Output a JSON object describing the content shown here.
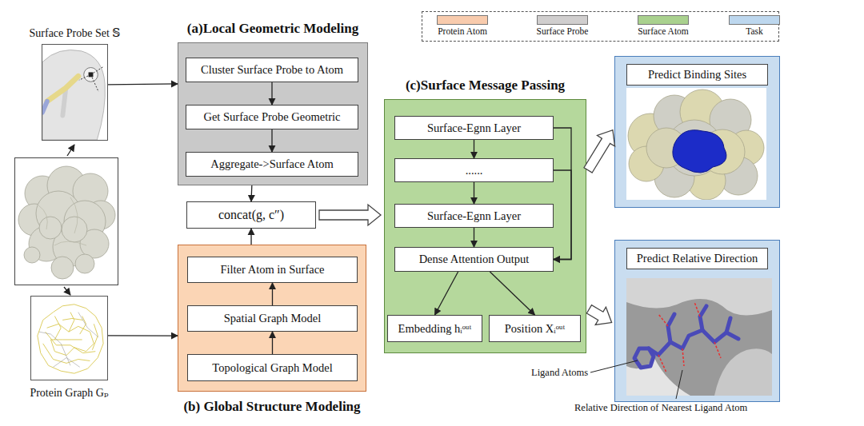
{
  "diagram": {
    "nodes": [
      {
        "text": [
          "Surface Probe Set 𝕊"
        ]
      },
      {
        "text": [
          "Protein Graph Gₚ"
        ]
      },
      {
        "text": [
          "(a)Local Geometric Modeling"
        ]
      },
      {
        "text": [
          "Cluster Surface Probe to Atom"
        ],
        "in": 2
      },
      {
        "text": [
          "Get Surface Probe Geometric"
        ],
        "in": 2
      },
      {
        "text": [
          "Aggregate->Surface Atom"
        ],
        "in": 2
      },
      {
        "text": [
          "concat(g, c″)"
        ]
      },
      {
        "text": [
          "(b) Global Structure Modeling"
        ]
      },
      {
        "text": [
          "Filter Atom in Surface"
        ],
        "in": 7
      },
      {
        "text": [
          "Spatial Graph Model"
        ],
        "in": 7
      },
      {
        "text": [
          "Topological Graph Model"
        ],
        "in": 7
      },
      {
        "text": [
          "(c)Surface Message Passing"
        ]
      },
      {
        "text": [
          "Surface-Egnn Layer"
        ],
        "in": 11
      },
      {
        "text": [
          "......"
        ],
        "in": 11
      },
      {
        "text": [
          "Surface-Egnn Layer"
        ],
        "in": 11
      },
      {
        "text": [
          "Dense Attention Output"
        ],
        "in": 11
      },
      {
        "text": [
          "Embedding hᵢᵒᵘᵗ"
        ],
        "in": 11
      },
      {
        "text": [
          "Position Xᵢᵒᵘᵗ"
        ],
        "in": 11
      },
      {
        "text": [
          "Predict Binding Sites"
        ]
      },
      {
        "text": [
          "Predict Relative Direction"
        ]
      }
    ],
    "edges": [
      {
        "from": 0,
        "to": 2,
        "arrow": "to"
      },
      {
        "from": 1,
        "to": 7,
        "arrow": "to"
      },
      {
        "from": 3,
        "to": 4,
        "arrow": "to"
      },
      {
        "from": 4,
        "to": 5,
        "arrow": "to"
      },
      {
        "from": 2,
        "to": 6,
        "arrow": "to"
      },
      {
        "from": 7,
        "to": 6,
        "arrow": "to"
      },
      {
        "from": 6,
        "to": 11,
        "arrow": "to"
      },
      {
        "from": 10,
        "to": 9,
        "arrow": "to"
      },
      {
        "from": 9,
        "to": 8,
        "arrow": "to"
      },
      {
        "from": 12,
        "to": 13,
        "arrow": "to"
      },
      {
        "from": 13,
        "to": 14,
        "arrow": "to"
      },
      {
        "from": 14,
        "to": 15,
        "arrow": "to"
      },
      {
        "from": 12,
        "to": 15,
        "arrow": "to"
      },
      {
        "from": 13,
        "to": 15,
        "arrow": "to"
      },
      {
        "from": 15,
        "to": 16,
        "arrow": "to"
      },
      {
        "from": 15,
        "to": 17,
        "arrow": "to"
      },
      {
        "from": 11,
        "to": 18,
        "arrow": "to"
      },
      {
        "from": 11,
        "to": 19,
        "arrow": "to"
      }
    ],
    "labels": [
      "Ligand Atoms",
      "Relative Direction of Nearest Ligand Atom"
    ],
    "legend": [
      {
        "text": "Protein Atom",
        "color": "#f8cbad"
      },
      {
        "text": "Surface Probe",
        "color": "#d0cece"
      },
      {
        "text": "Surface Atom",
        "color": "#a9d18e"
      },
      {
        "text": "Task",
        "color": "#bdd7ee"
      }
    ]
  }
}
